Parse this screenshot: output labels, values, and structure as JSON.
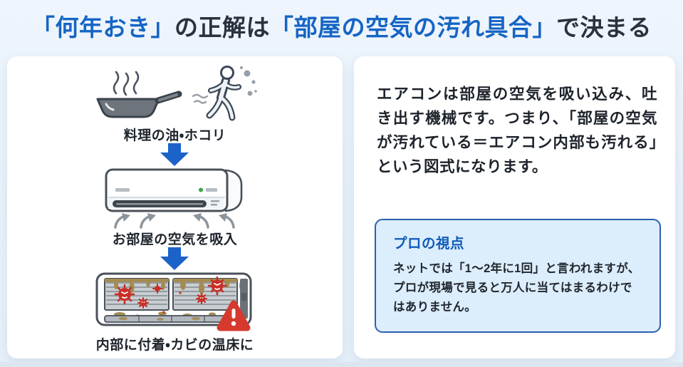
{
  "header": {
    "title_parts": [
      {
        "text": "「何年おき」"
      },
      {
        "text": "の正解は"
      },
      {
        "text": "「部屋の空気の汚れ具合」"
      },
      {
        "text": "で決まる"
      }
    ]
  },
  "left_panel": {
    "step1_label": "料理の油・ホコリ",
    "step2_label": "お部屋の空気を吸入",
    "step3_label": "内部に付着・カビの温床に",
    "icons": {
      "step1": [
        "frying-pan-icon",
        "walking-person-icon"
      ],
      "step2": "air-conditioner-with-suction-arrows",
      "step3": "dirty-ac-interior-with-warning-triangle",
      "connector": "blue-down-arrow"
    }
  },
  "right_panel": {
    "paragraph": "エアコンは部屋の空気を吸い込み、吐き出す機械です。つまり、「部屋の空気が汚れている＝エアコン内部も汚れる」という図式になります。",
    "pro_box": {
      "title": "プロの視点",
      "body": "ネットでは「1～2年に1回」と言われますが、プロが現場で見ると万人に当てはまるわけではありません。"
    }
  },
  "colors": {
    "page_background": "#e7f1fa",
    "accent_blue": "#1565c4",
    "dark_text": "#2a323e",
    "arrow_blue": "#1b63c8",
    "pro_box_background": "#dcedfb",
    "pro_box_border": "#2a61ae",
    "pro_box_title": "#0d5ab8",
    "warning_red": "#d63a2e",
    "germ_red": "#c93028",
    "mold_brown": "#a48b52"
  }
}
